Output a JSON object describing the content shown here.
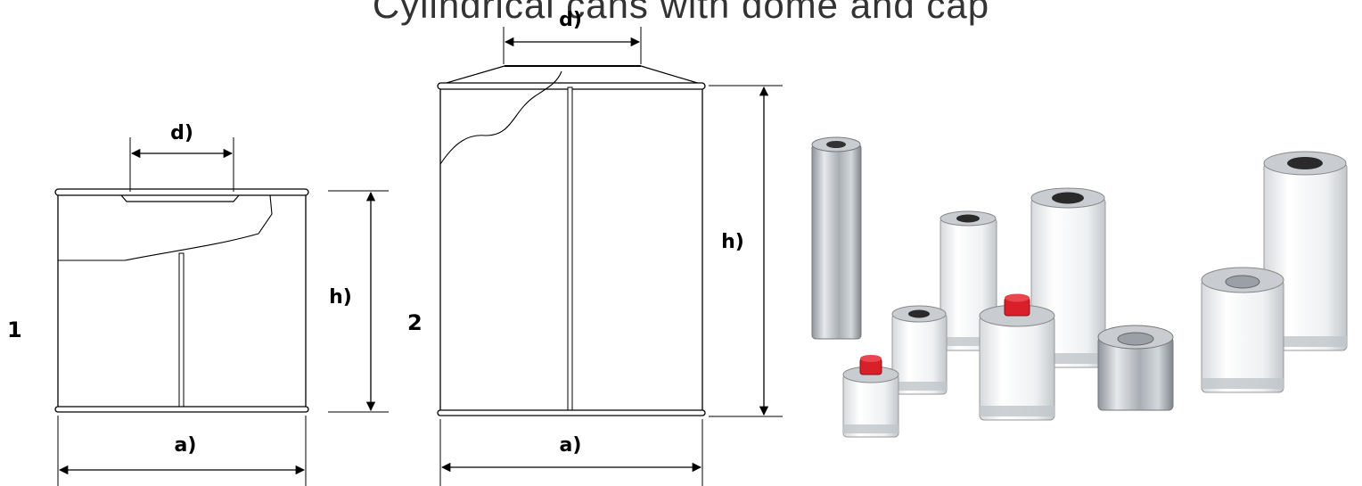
{
  "title": "Cylindrical cans with dome and cap",
  "diagram1": {
    "number": "1",
    "label_d": "d)",
    "label_h": "h)",
    "label_a": "a)"
  },
  "diagram2": {
    "number": "2",
    "label_d": "d)",
    "label_h": "h)",
    "label_a": "a)"
  },
  "colors": {
    "outline": "#000000",
    "can_body": "#f2f3f4",
    "tin_metal": "#b9bec3",
    "cap_red": "#d8202a"
  }
}
